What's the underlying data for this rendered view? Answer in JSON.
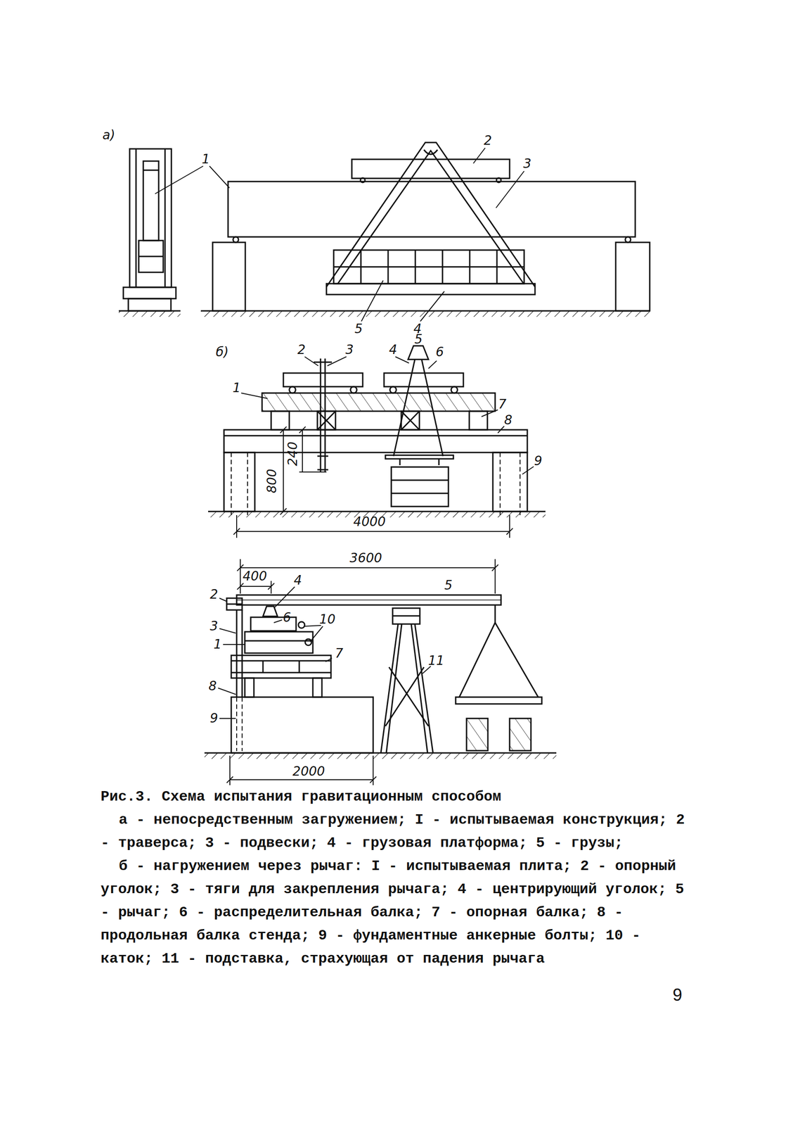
{
  "diagram": {
    "caption": "Рис.3. Схема испытания гравитационным способом",
    "labels": [
      "а)",
      "1",
      "2",
      "3",
      "5",
      "4",
      "б)",
      "1",
      "2",
      "3",
      "4",
      "5",
      "6",
      "7",
      "8",
      "9",
      "240",
      "800",
      "4000",
      "3600",
      "400",
      "2",
      "4",
      "5",
      "3",
      "6",
      "10",
      "1",
      "7",
      "8",
      "9",
      "11",
      "2000",
      "а - непосредственным загружением; I - испытываемая конструкция; 2 - траверса; 3 - подвески; 4 - грузовая платформа; 5 - грузы;",
      "б - нагружением через рычаг: I - испытываемая плита; 2 - опорный уголок; 3 - тяги для закрепления рычага; 4 - центрирующий уголок; 5 - рычаг; 6 - распределительная балка; 7 - опорная балка; 8 - продольная балка стенда; 9 - фундаментные анкерные болты; 10 - каток; 11 - подставка, страхующая от падения рычага",
      "9"
    ]
  }
}
